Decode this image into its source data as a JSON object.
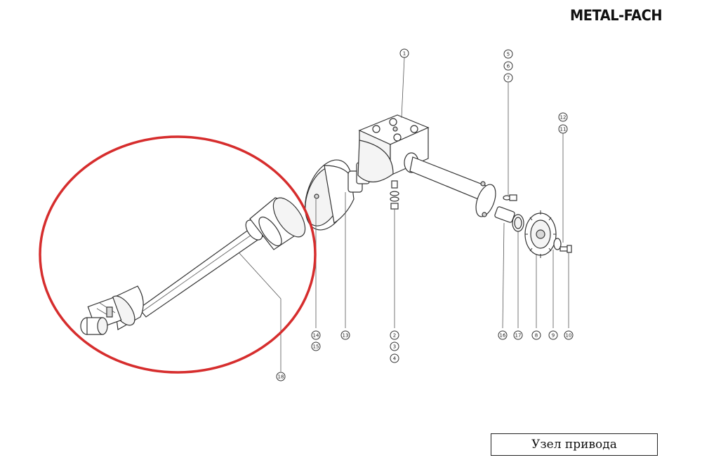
{
  "logo": {
    "text": "METAL-FACH"
  },
  "caption": {
    "text": "Узел привода"
  },
  "highlight": {
    "color": "#d62d2d"
  },
  "callouts": [
    {
      "id": "c1",
      "label": "1"
    },
    {
      "id": "c2",
      "label": "2"
    },
    {
      "id": "c3",
      "label": "3"
    },
    {
      "id": "c4",
      "label": "4"
    },
    {
      "id": "c5",
      "label": "5"
    },
    {
      "id": "c6",
      "label": "6"
    },
    {
      "id": "c7",
      "label": "7"
    },
    {
      "id": "c8",
      "label": "8"
    },
    {
      "id": "c9",
      "label": "9"
    },
    {
      "id": "c10",
      "label": "10"
    },
    {
      "id": "c11",
      "label": "11"
    },
    {
      "id": "c12",
      "label": "12"
    },
    {
      "id": "c13",
      "label": "13"
    },
    {
      "id": "c14",
      "label": "14"
    },
    {
      "id": "c15",
      "label": "15"
    },
    {
      "id": "c16",
      "label": "16"
    },
    {
      "id": "c17",
      "label": "17"
    },
    {
      "id": "c18",
      "label": "18"
    }
  ]
}
